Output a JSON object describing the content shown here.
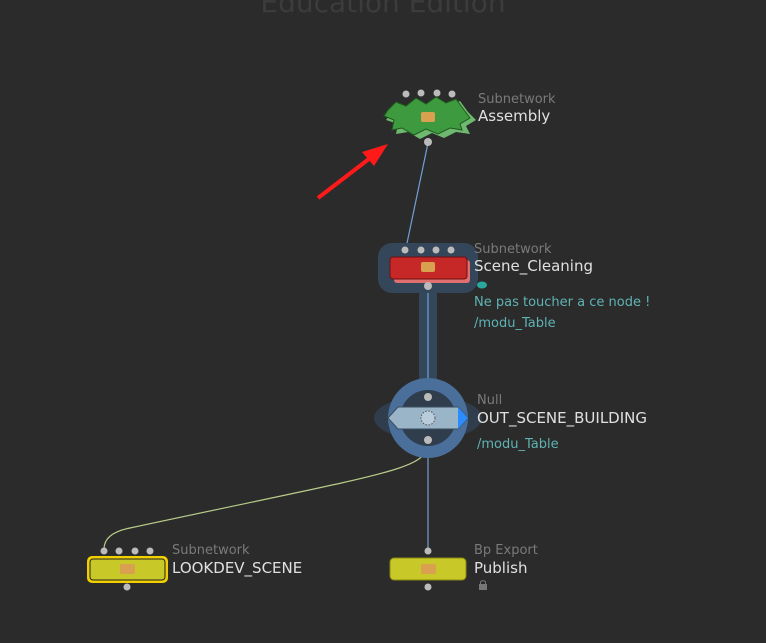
{
  "watermark": "Education Edition",
  "nodes": [
    {
      "type": "Subnetwork",
      "name": "Assembly",
      "color": "#3e9a3e"
    },
    {
      "type": "Subnetwork",
      "name": "Scene_Cleaning",
      "color": "#c62828",
      "comment": "Ne pas toucher a ce node !",
      "path": "/modu_Table"
    },
    {
      "type": "Null",
      "name": "OUT_SCENE_BUILDING",
      "color": "#9ab4c8",
      "path": "/modu_Table"
    },
    {
      "type": "Subnetwork",
      "name": "LOOKDEV_SCENE",
      "color": "#c8c828"
    },
    {
      "type": "Bp Export",
      "name": "Publish",
      "color": "#c8c828"
    }
  ],
  "annotation_arrow_color": "#ff1a1a"
}
